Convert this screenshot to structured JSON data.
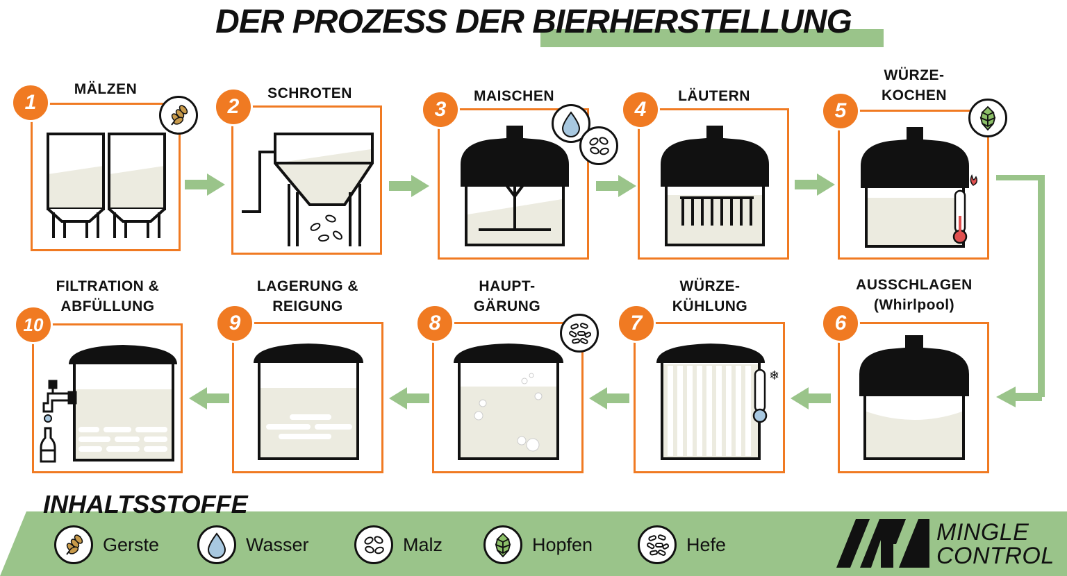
{
  "title": "DER PROZESS DER BIERHERSTELLUNG",
  "colors": {
    "accent": "#f07a22",
    "green": "#9ac48a",
    "liquid": "#ecebe0",
    "dark": "#111111"
  },
  "steps": [
    {
      "num": "1",
      "l1": "MÄLZEN",
      "l2": ""
    },
    {
      "num": "2",
      "l1": "SCHROTEN",
      "l2": ""
    },
    {
      "num": "3",
      "l1": "MAISCHEN",
      "l2": ""
    },
    {
      "num": "4",
      "l1": "LÄUTERN",
      "l2": ""
    },
    {
      "num": "5",
      "l1": "WÜRZE-",
      "l2": "KOCHEN"
    },
    {
      "num": "6",
      "l1": "AUSSCHLAGEN",
      "l2": "(Whirlpool)"
    },
    {
      "num": "7",
      "l1": "WÜRZE-",
      "l2": "KÜHLUNG"
    },
    {
      "num": "8",
      "l1": "HAUPT-",
      "l2": "GÄRUNG"
    },
    {
      "num": "9",
      "l1": "LAGERUNG &",
      "l2": "REIGUNG"
    },
    {
      "num": "10",
      "l1": "FILTRATION &",
      "l2": "ABFÜLLUNG"
    }
  ],
  "ingredients_title": "INHALTSSTOFFE",
  "ingredients": [
    {
      "label": "Gerste",
      "icon": "barley-icon"
    },
    {
      "label": "Wasser",
      "icon": "water-drop-icon"
    },
    {
      "label": "Malz",
      "icon": "malt-icon"
    },
    {
      "label": "Hopfen",
      "icon": "hop-icon"
    },
    {
      "label": "Hefe",
      "icon": "yeast-icon"
    }
  ],
  "logo": {
    "line1": "MINGLE",
    "line2": "CONTROL"
  }
}
